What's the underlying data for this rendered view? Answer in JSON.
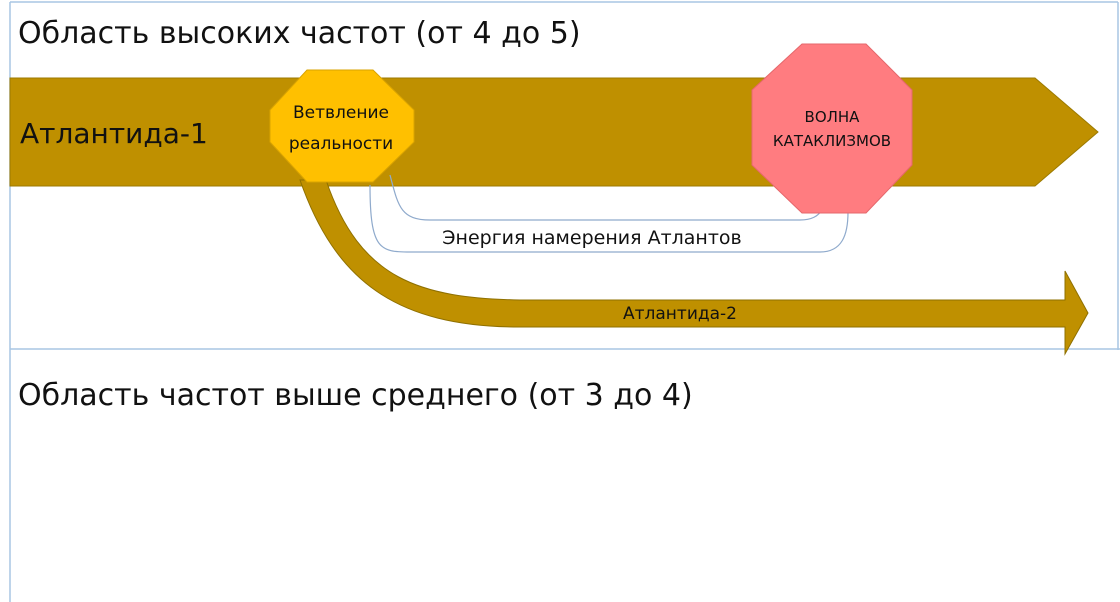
{
  "regions": {
    "high": "Область высоких частот (от 4 до 5)",
    "above_average": "Область частот выше среднего (от 3 до 4)"
  },
  "arrows": {
    "main": "Атлантида-1",
    "branch": "Атлантида-2"
  },
  "nodes": {
    "branching": [
      "Ветвление",
      "реальности"
    ],
    "cataclysm": [
      "ВОЛНА",
      "КАТАКЛИЗМОВ"
    ]
  },
  "connector_label": "Энергия намерения Атлантов",
  "colors": {
    "arrow_fill": "#BF9000",
    "branch_node": "#FFC000",
    "cataclysm_node": "#FF7C80",
    "region_border": "#A9C6E3",
    "connector": "#8FAACC"
  }
}
